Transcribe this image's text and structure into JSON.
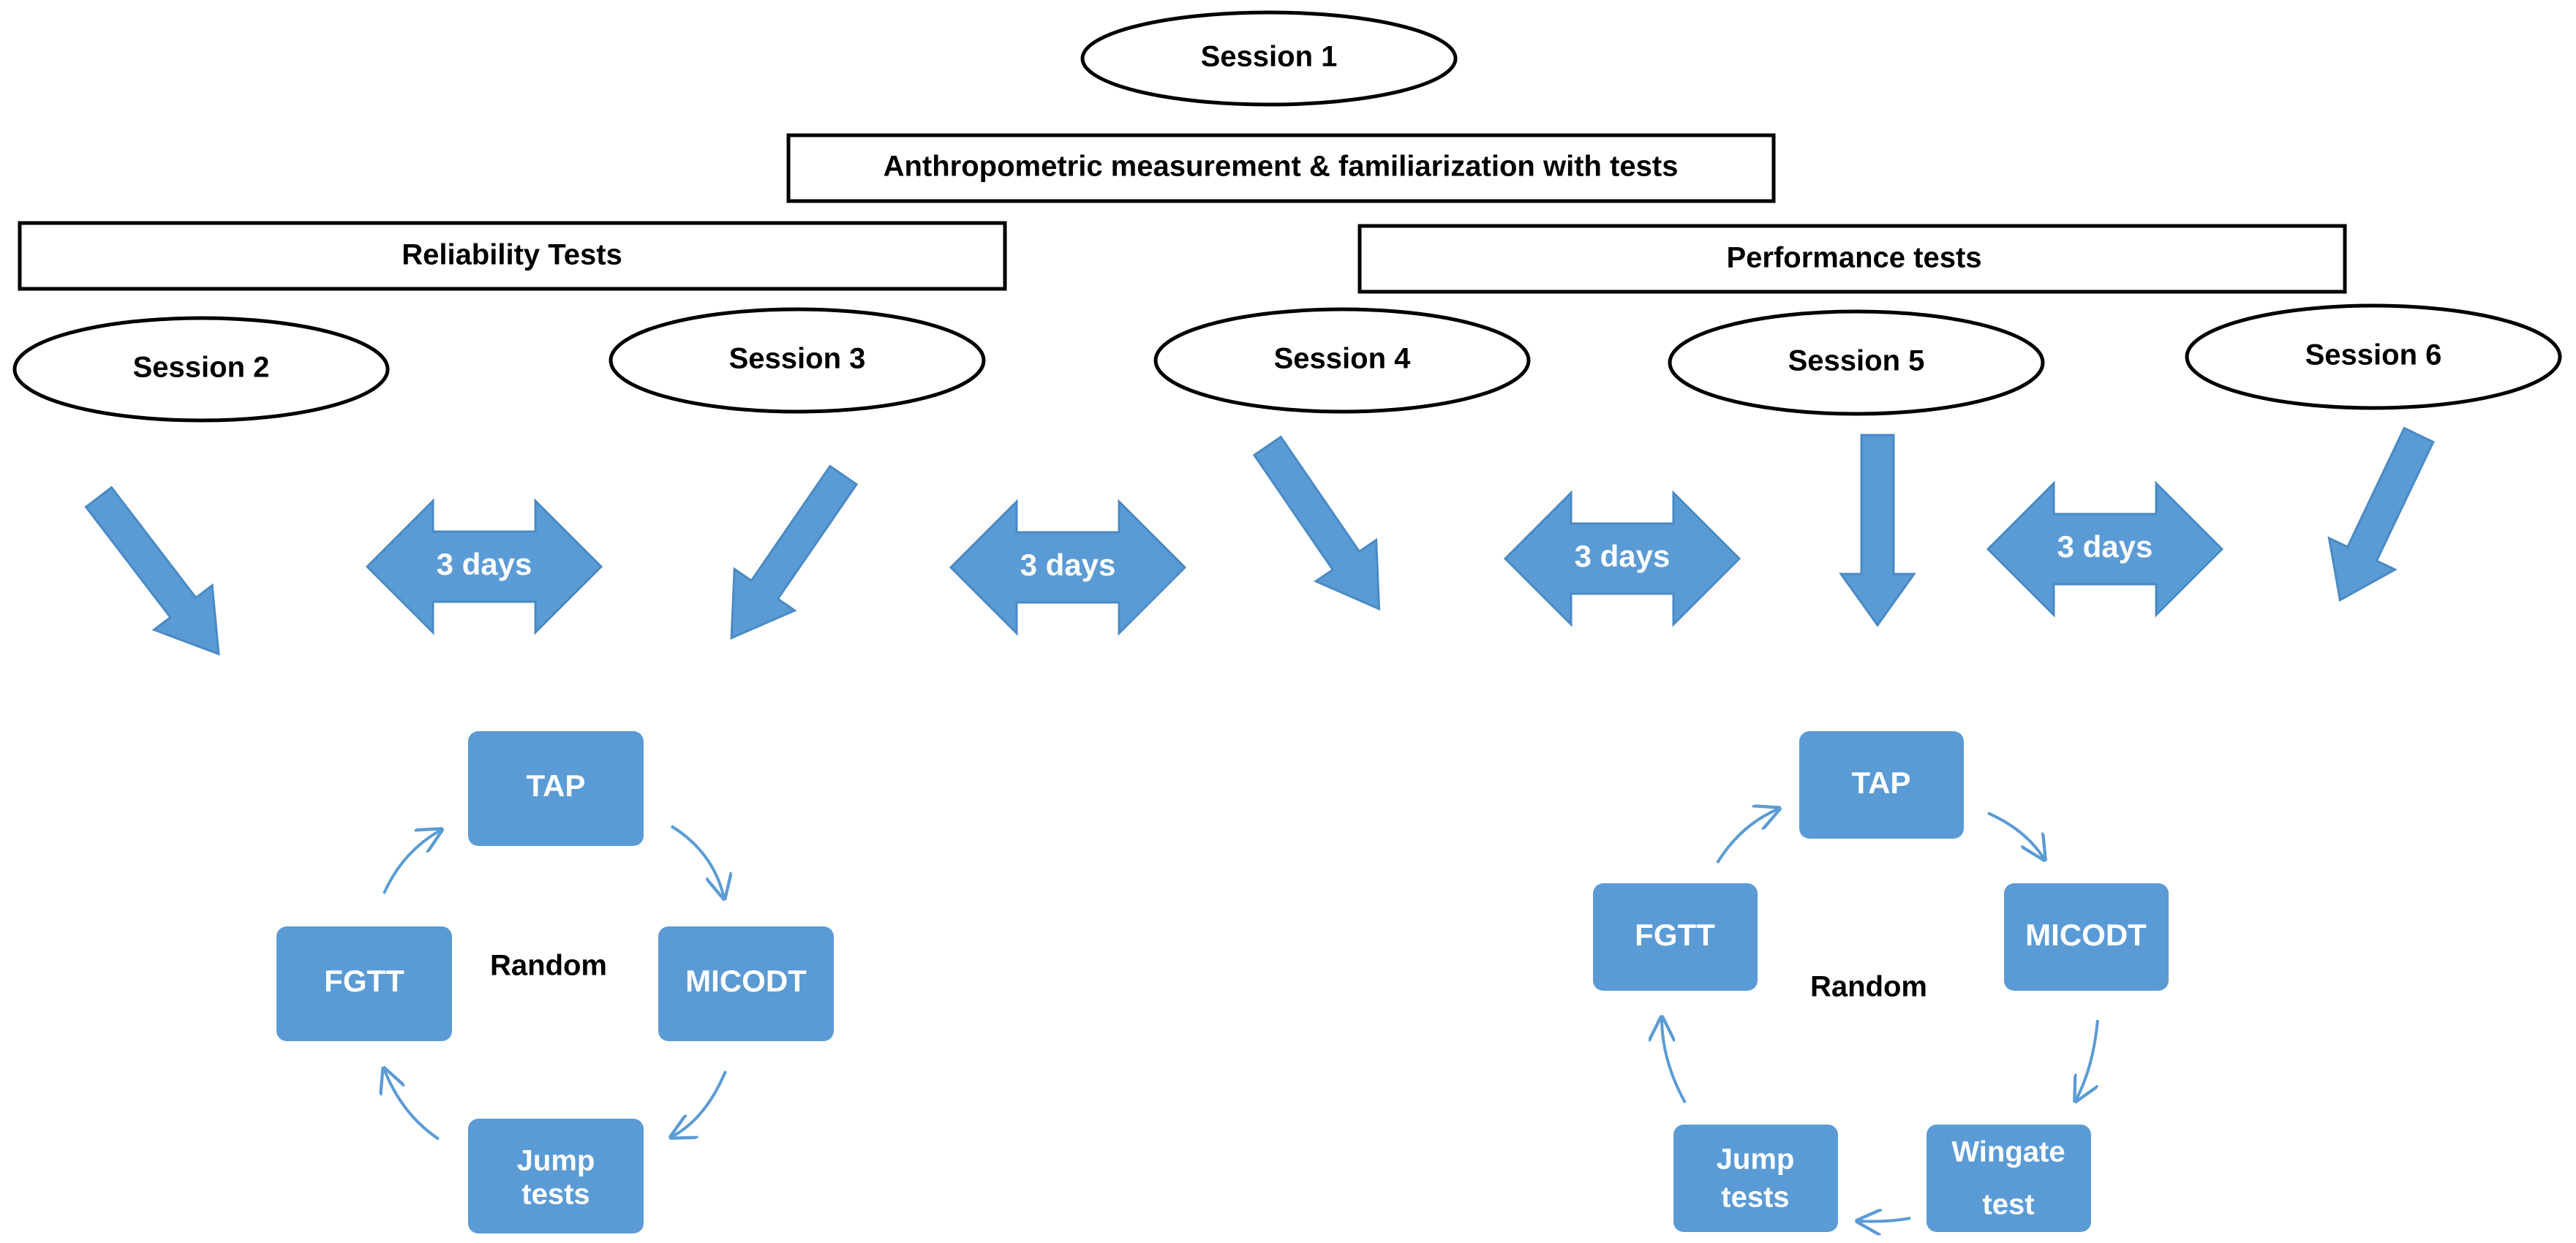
{
  "sessions": {
    "s1": "Session 1",
    "s2": "Session 2",
    "s3": "Session 3",
    "s4": "Session 4",
    "s5": "Session 5",
    "s6": "Session 6"
  },
  "headers": {
    "anthropometric": "Anthropometric measurement & familiarization with tests",
    "reliability": "Reliability Tests",
    "performance": "Performance tests"
  },
  "intervals": [
    "3 days",
    "3 days",
    "3 days",
    "3 days"
  ],
  "colors": {
    "accent": "#5b9bd5",
    "text_dark": "#000000",
    "text_light": "#ffffff"
  },
  "left_cycle": {
    "center_label": "Random",
    "boxes": [
      "TAP",
      "MICODT",
      "Jump tests",
      "FGTT"
    ]
  },
  "right_cycle": {
    "center_label": "Random",
    "boxes": [
      "TAP",
      "MICODT",
      "Wingate test",
      "Jump tests",
      "FGTT"
    ]
  }
}
